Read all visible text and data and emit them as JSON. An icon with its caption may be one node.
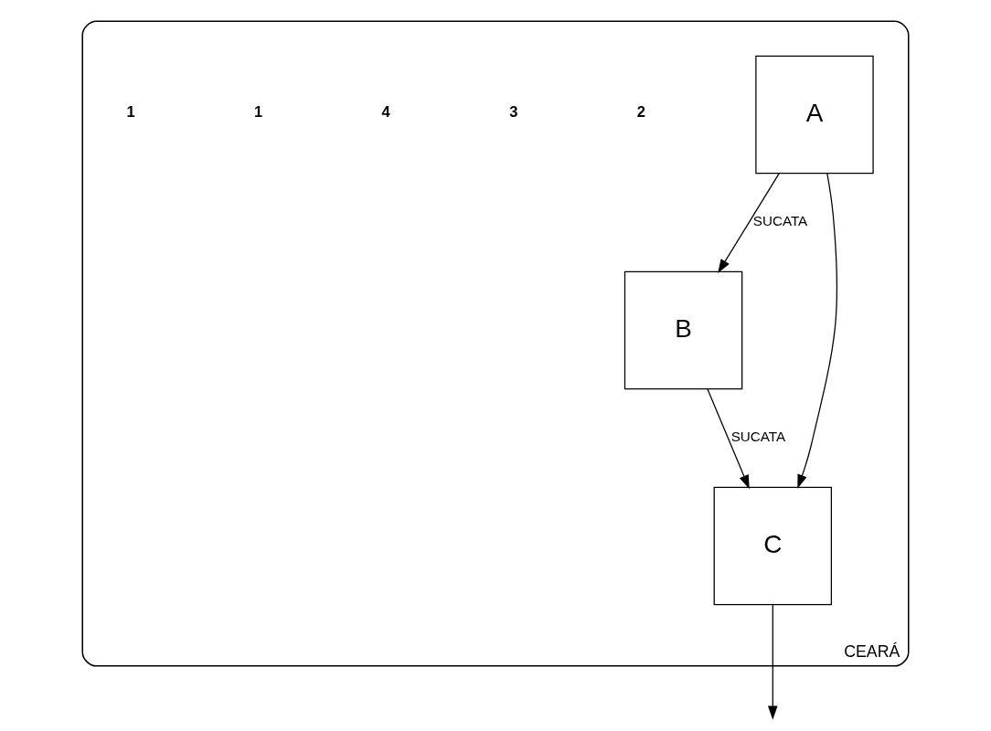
{
  "diagram": {
    "nodes": [
      {
        "text": [
          "CEARÁ"
        ]
      },
      {
        "text": [
          "B"
        ],
        "in": 0
      },
      {
        "text": [
          "C"
        ],
        "in": 0
      },
      {
        "text": [
          "A"
        ],
        "in": 0
      }
    ],
    "edges": [
      {
        "from": 3,
        "to": 1,
        "arrow": "to",
        "label": "SUCATA"
      },
      {
        "from": 1,
        "to": 2,
        "arrow": "to",
        "label": "SUCATA"
      },
      {
        "from": 3,
        "to": 2,
        "arrow": "to"
      },
      {
        "from": 2,
        "to": null,
        "arrow": "to"
      }
    ],
    "labels": [
      "2",
      "3",
      "4",
      "1",
      "1"
    ]
  }
}
